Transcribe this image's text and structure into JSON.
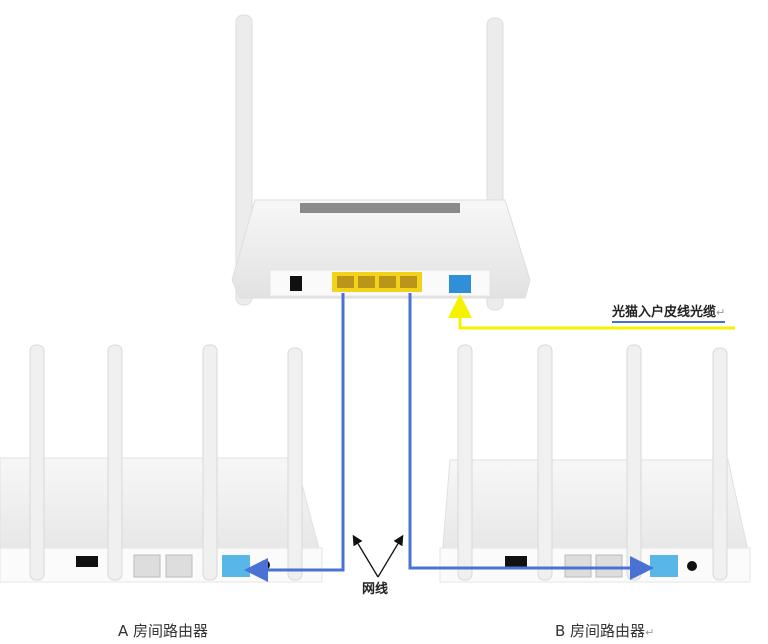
{
  "labels": {
    "fiber_cable": "光猫入户皮线光缆",
    "network_cable": "网线",
    "router_a": "A 房间路由器",
    "router_b": "B 房间路由器",
    "return_mark": "↵"
  },
  "colors": {
    "ethernet_line": "#4a72d4",
    "fiber_line": "#f5f200",
    "lan_port": "#f3d21a",
    "wan_port": "#2f8fd8"
  }
}
